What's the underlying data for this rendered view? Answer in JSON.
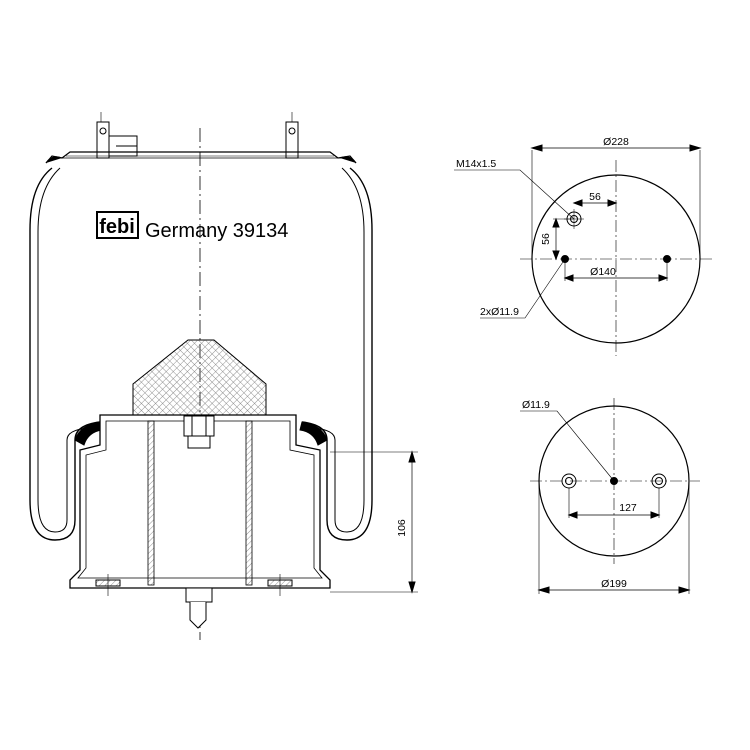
{
  "brand": {
    "logo_text": "febi",
    "caption": "Germany 39134"
  },
  "dimensions": {
    "height_106": "106",
    "top_thread": "M14x1.5",
    "top_offset_h": "56",
    "top_offset_v": "56",
    "top_dia_140": "Ø140",
    "top_holes": "2xØ11.9",
    "top_dia_228": "Ø228",
    "bottom_hole": "Ø11.9",
    "bottom_spacing": "127",
    "bottom_dia_199": "Ø199"
  },
  "colors": {
    "line": "#000000",
    "hatch": "#888888",
    "background": "#ffffff"
  }
}
